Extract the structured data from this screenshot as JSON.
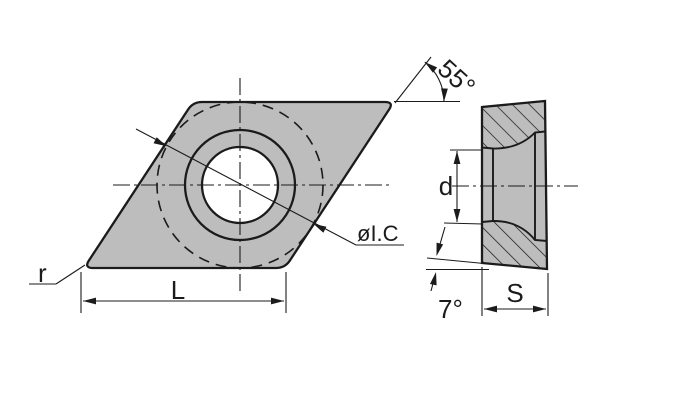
{
  "drawing": {
    "type": "engineering-drawing",
    "subject": "55-degree rhombic turning insert, front view and sectioned side view",
    "labels": {
      "nose_angle": "55°",
      "inscribed_circle_diameter": "øI.C",
      "corner_radius": "r",
      "cutting_edge_length": "L",
      "hole_diameter": "d",
      "clearance_angle": "7°",
      "thickness": "S"
    },
    "colors": {
      "insert_fill": "#bdbdbd",
      "line": "#1b1b1b",
      "background": "#ffffff"
    }
  }
}
